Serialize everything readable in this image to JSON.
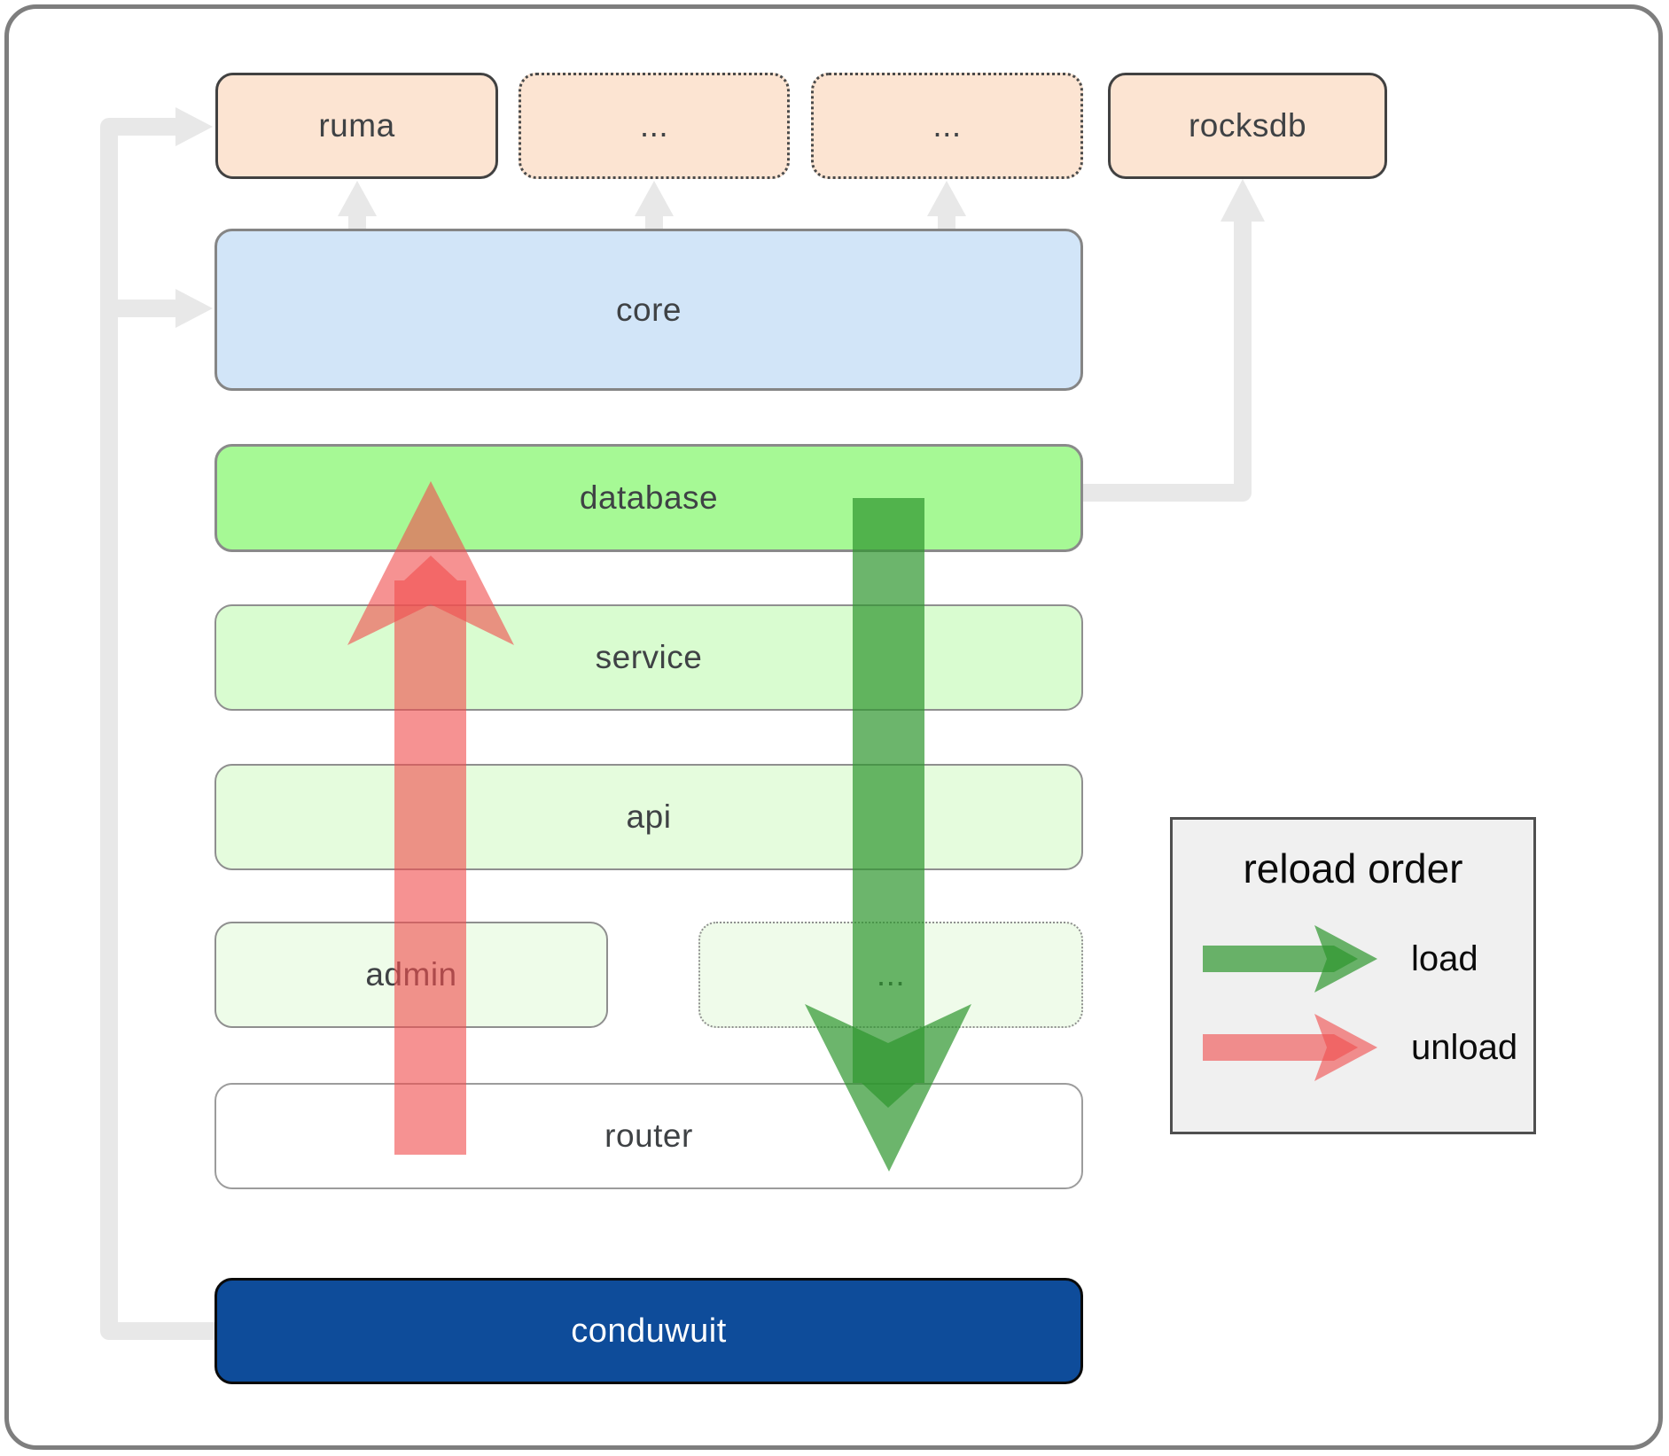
{
  "boxes": {
    "ruma": "ruma",
    "ellipsis_top_1": "...",
    "ellipsis_top_2": "...",
    "rocksdb": "rocksdb",
    "core": "core",
    "database": "database",
    "service": "service",
    "api": "api",
    "admin": "admin",
    "ellipsis_mid": "...",
    "router": "router",
    "conduwuit": "conduwuit"
  },
  "legend": {
    "title": "reload order",
    "load_label": "load",
    "unload_label": "unload"
  },
  "colors": {
    "load_arrow_green": "#2e962e",
    "unload_arrow_red": "#f04f4f",
    "connector_gray": "#e8e8e8",
    "top_row_fill": "#fce4d2",
    "core_fill": "#d2e5f8",
    "database_fill": "#a6f995",
    "service_fill": "#d9fcd0",
    "api_fill": "#e5fcdd",
    "admin_fill": "#eefce9",
    "router_fill": "#ffffff",
    "conduwuit_fill": "#0e4c9a",
    "legend_fill": "#f0f0f0"
  }
}
